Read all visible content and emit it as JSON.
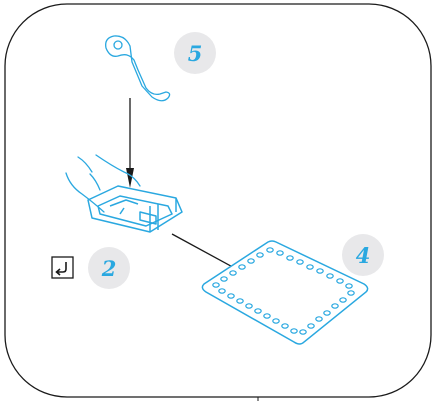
{
  "colors": {
    "frame_stroke": "#1a1a1a",
    "line_art": "#2aa8e0",
    "step_badge_fill": "#e8e8ea",
    "step_text": "#2aa8e0",
    "arrow": "#1a1a1a"
  },
  "steps": [
    {
      "id": "step-5",
      "label": "5"
    },
    {
      "id": "step-4",
      "label": "4"
    },
    {
      "id": "step-2",
      "label": "2"
    }
  ],
  "icons": {
    "hand": "hand-icon",
    "bracket": "bracket-icon",
    "hook": "hook-tool-icon",
    "pad": "perforated-pad-icon",
    "return": "return-arrow-icon"
  }
}
